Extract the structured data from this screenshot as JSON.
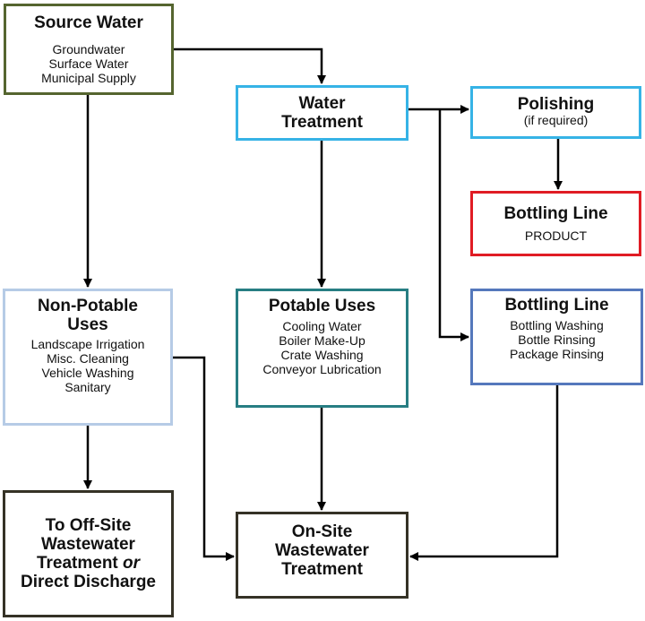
{
  "source": {
    "title": "Source Water",
    "items": [
      "Groundwater",
      "Surface Water",
      "Municipal Supply"
    ]
  },
  "treatment": {
    "title_lines": [
      "Water",
      "Treatment"
    ]
  },
  "polishing": {
    "title": "Polishing",
    "sub": "(if required)"
  },
  "bottling_product": {
    "title": "Bottling Line",
    "sub": "PRODUCT"
  },
  "non_potable": {
    "title_lines": [
      "Non-Potable",
      "Uses"
    ],
    "items": [
      "Landscape Irrigation",
      "Misc. Cleaning",
      "Vehicle Washing",
      "Sanitary"
    ]
  },
  "potable": {
    "title": "Potable Uses",
    "items": [
      "Cooling Water",
      "Boiler Make-Up",
      "Crate Washing",
      "Conveyor Lubrication"
    ]
  },
  "bottling_line": {
    "title": "Bottling Line",
    "items": [
      "Bottling Washing",
      "Bottle Rinsing",
      "Package Rinsing"
    ]
  },
  "offsite": {
    "line1": "To Off-Site",
    "line2": "Wastewater",
    "line3_main": "Treatment",
    "line3_or": "or",
    "line4": "Direct Discharge"
  },
  "onsite": {
    "title_lines": [
      "On-Site",
      "Wastewater",
      "Treatment"
    ]
  },
  "colors": {
    "source_border": "#55652f",
    "treatment_border": "#36b3e6",
    "polishing_border": "#36b3e6",
    "product_border": "#e01c24",
    "non_potable_border": "#b6cbe6",
    "potable_border": "#277e83",
    "bottling_line_border": "#5578bc",
    "waste_border": "#353226",
    "arrow": "#000000"
  }
}
